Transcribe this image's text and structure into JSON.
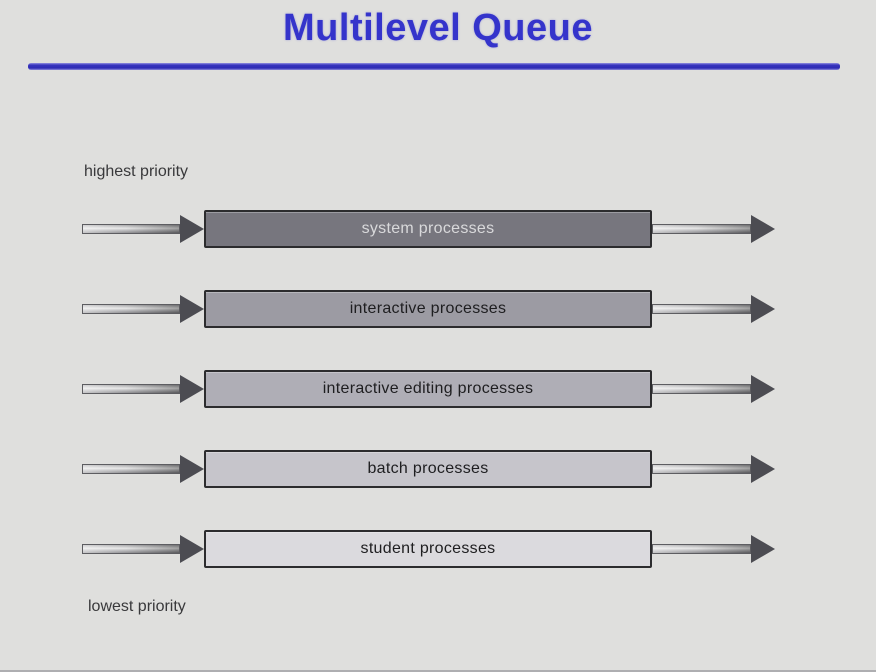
{
  "title": "Multilevel Queue",
  "labels": {
    "top_priority": "highest priority",
    "bottom_priority": "lowest priority"
  },
  "queues": [
    {
      "label": "system processes",
      "fill": "#77767e",
      "text_color": "#d9d9db"
    },
    {
      "label": "interactive processes",
      "fill": "#9c9ba3",
      "text_color": "#1e1e20"
    },
    {
      "label": "interactive editing processes",
      "fill": "#afaeb6",
      "text_color": "#1e1e20"
    },
    {
      "label": "batch processes",
      "fill": "#c6c5cb",
      "text_color": "#1e1e20"
    },
    {
      "label": "student processes",
      "fill": "#dbdade",
      "text_color": "#1e1e20"
    }
  ],
  "colors": {
    "background": "#dfdfdd",
    "title": "#3534cb",
    "rule": "#3330bb",
    "arrow_dark": "#4c4c52",
    "box_border": "#2c2c2e"
  }
}
